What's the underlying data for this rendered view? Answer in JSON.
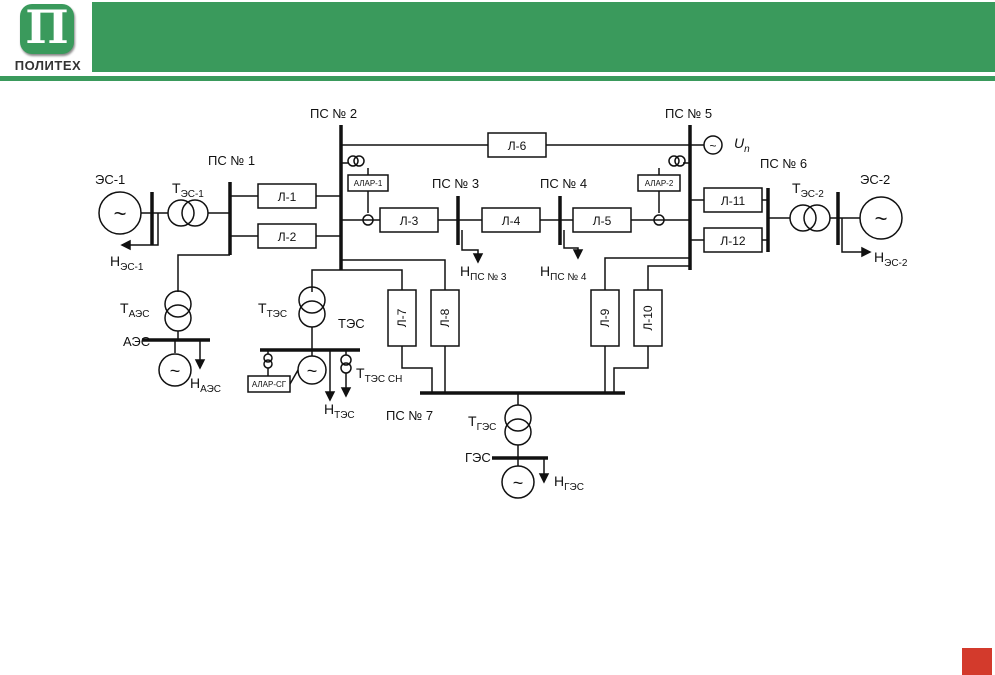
{
  "header": {
    "logo_glyph": "П",
    "logo_text": "ПОЛИТЕХ",
    "brand_color": "#3a9a5c",
    "page_marker_color": "#d33a2c"
  },
  "diagram": {
    "substations": {
      "ps1": "ПС № 1",
      "ps2": "ПС № 2",
      "ps3": "ПС № 3",
      "ps4": "ПС № 4",
      "ps5": "ПС № 5",
      "ps6": "ПС № 6",
      "ps7": "ПС № 7"
    },
    "lines": {
      "l1": "Л-1",
      "l2": "Л-2",
      "l3": "Л-3",
      "l4": "Л-4",
      "l5": "Л-5",
      "l6": "Л-6",
      "l7": "Л-7",
      "l8": "Л-8",
      "l9": "Л-9",
      "l10": "Л-10",
      "l11": "Л-11",
      "l12": "Л-12"
    },
    "plants": {
      "es1": "ЭС-1",
      "es2": "ЭС-2",
      "aes": "АЭС",
      "tes": "ТЭС",
      "ges": "ГЭС"
    },
    "gen_symbol": "~",
    "alar": {
      "a1": "АЛАР-1",
      "a2": "АЛАР-2",
      "sg": "АЛАР-СГ"
    },
    "transformers": {
      "t_es1": {
        "main": "Т",
        "sub": "ЭС-1"
      },
      "t_es2": {
        "main": "Т",
        "sub": "ЭС-2"
      },
      "t_aes": {
        "main": "Т",
        "sub": "АЭС"
      },
      "t_tes": {
        "main": "Т",
        "sub": "ТЭС"
      },
      "t_tes_sn": {
        "main": "Т",
        "sub": "ТЭС СН"
      },
      "t_ges": {
        "main": "Т",
        "sub": "ГЭС"
      }
    },
    "loads": {
      "h_es1": {
        "main": "Н",
        "sub": "ЭС-1"
      },
      "h_es2": {
        "main": "Н",
        "sub": "ЭС-2"
      },
      "h_ps3": {
        "main": "Н",
        "sub": "ПС № 3"
      },
      "h_ps4": {
        "main": "Н",
        "sub": "ПС № 4"
      },
      "h_aes": {
        "main": "Н",
        "sub": "АЭС"
      },
      "h_tes": {
        "main": "Н",
        "sub": "ТЭС"
      },
      "h_ges": {
        "main": "Н",
        "sub": "ГЭС"
      }
    },
    "un": {
      "main": "U",
      "sub": "n"
    }
  }
}
